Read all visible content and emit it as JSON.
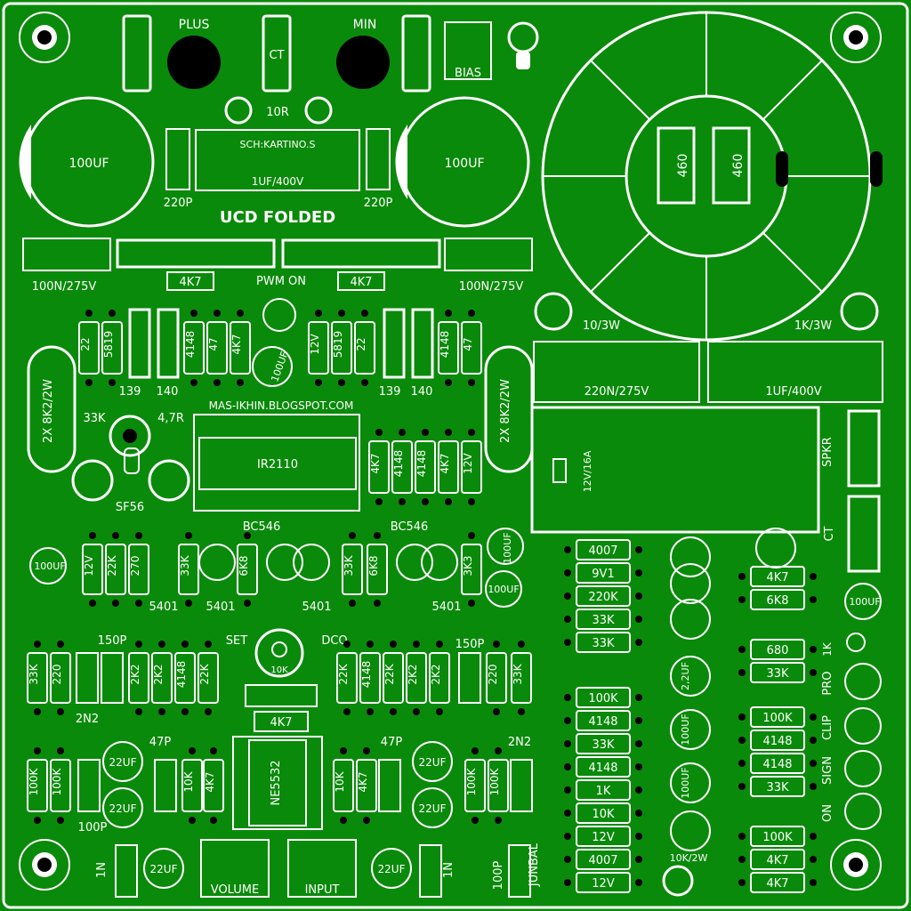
{
  "colors": {
    "board": "#0a8a0a",
    "silk": "#ffffff",
    "hole": "#000000"
  },
  "headings": {
    "title": "UCD FOLDED",
    "author": "SCH:KARTINO.S",
    "website": "MAS-IKHIN.BLOGSPOT.COM"
  },
  "top": {
    "plus": "PLUS",
    "min": "MIN",
    "ct": "CT",
    "bias": "BIAS",
    "r10": "10R"
  },
  "caps": {
    "bulk_left": "100UF",
    "bulk_right": "100UF",
    "snub_left": "220P",
    "snub_right": "220P",
    "film_mid": "1UF/400V",
    "x_left": "100N/275V",
    "x_right": "100N/275V",
    "x_mid": "220N/275V",
    "x_mid2": "1UF/400V"
  },
  "pwm": {
    "r_left": "4K7",
    "r_right": "4K7",
    "label": "PWM ON",
    "cap": "100UF"
  },
  "trafo": {
    "r1": "460",
    "r2": "460",
    "left_r": "10/3W",
    "right_r": "1K/3W"
  },
  "left_block": {
    "r1": "22",
    "r2": "5819",
    "r3": "4148",
    "r4": "47",
    "r5": "4K7",
    "t1": "139",
    "t2": "140",
    "power_r": "2X 8K2/2W"
  },
  "mid_block": {
    "r1": "12V",
    "r2": "5819",
    "r3": "22",
    "r4": "4148",
    "r5": "47",
    "t1": "139",
    "t2": "140",
    "cap": "100UF",
    "power_r": "2X 8K2/2W"
  },
  "driver": {
    "ic": "IR2110",
    "r33k": "33K",
    "r47": "4,7R",
    "diode": "SF56",
    "col": [
      "4K7",
      "4148",
      "4148",
      "4K7",
      "12V"
    ]
  },
  "relay": {
    "coil": "12V/16A",
    "spkr": "SPKR",
    "ct": "CT"
  },
  "row5": {
    "cap_left": "100UF",
    "res": [
      "12V",
      "22K",
      "270",
      "33K",
      "6K8",
      "33K",
      "6K8",
      "3K3"
    ],
    "bc_left": "BC546",
    "bc_right": "BC546",
    "t": [
      "5401",
      "5401",
      "5401",
      "5401"
    ],
    "cap_v1": "100UF",
    "cap_v2": "100UF"
  },
  "right_col": [
    "4007",
    "9V1",
    "220K",
    "33K",
    "33K",
    "100K",
    "4148",
    "33K",
    "4148",
    "1K",
    "10K",
    "12V",
    "4007",
    "12V"
  ],
  "right_col2": [
    "4K7",
    "6K8",
    "680",
    "33K",
    "100K",
    "4148",
    "4148",
    "33K",
    "100K",
    "4K7",
    "4K7"
  ],
  "right_misc": {
    "cap_top": "100UF",
    "k1": "1K",
    "pro": "PRO",
    "clip": "CLIP",
    "sign": "SIGN",
    "on": "ON",
    "cap_mid": "2,2UF",
    "cap_a": "100UF",
    "cap_b": "100UF",
    "r_10k2w": "10K/2W"
  },
  "lower": {
    "c150_l": "150P",
    "c150_r": "150P",
    "set": "SET",
    "dco": "DCO",
    "pot": "10K",
    "r4k7": "4K7",
    "left_res": [
      "33K",
      "220",
      "2K2",
      "2K2",
      "4148",
      "22K"
    ],
    "right_res": [
      "22K",
      "4148",
      "22K",
      "2K2",
      "2K2",
      "220",
      "33K"
    ],
    "c2n2_l": "2N2",
    "c2n2_r": "2N2"
  },
  "bottom": {
    "left_res": [
      "100K",
      "100K",
      "10K",
      "4K7"
    ],
    "right_res": [
      "10K",
      "4K7",
      "100K",
      "100K"
    ],
    "c22_1": "22UF",
    "c22_2": "22UF",
    "c22_3": "22UF",
    "c22_4": "22UF",
    "c22_5": "22UF",
    "c22_6": "22UF",
    "c47_l": "47P",
    "c47_r": "47P",
    "c100p_l": "100P",
    "c100p_r": "100P",
    "c1n_l": "1N",
    "c1n_r": "1N",
    "ic": "NE5532",
    "volume": "VOLUME",
    "input": "INPUT",
    "junbal": "JUNBAL"
  }
}
